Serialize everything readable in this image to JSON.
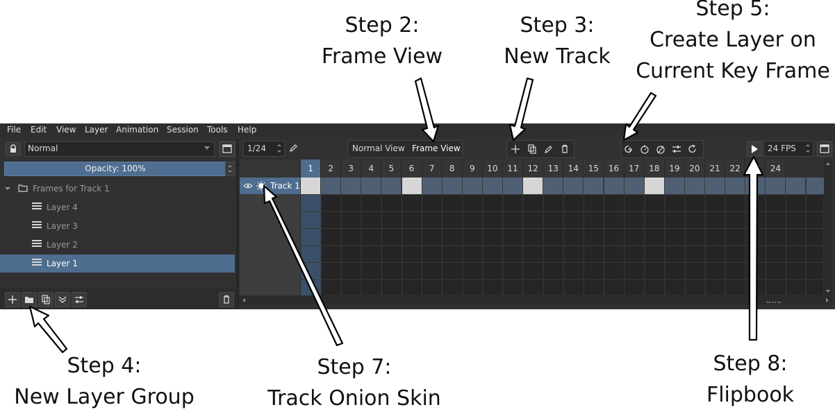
{
  "callouts": {
    "step2": [
      "Step 2:",
      "Frame View"
    ],
    "step3": [
      "Step 3:",
      "New Track"
    ],
    "step5": [
      "Step 5:",
      "Create Layer on",
      "Current Key Frame"
    ],
    "step4": [
      "Step 4:",
      "New Layer Group"
    ],
    "step7": [
      "Step 7:",
      "Track Onion Skin"
    ],
    "step8": [
      "Step 8:",
      "Flipbook"
    ]
  },
  "menu": [
    "File",
    "Edit",
    "View",
    "Layer",
    "Animation",
    "Session",
    "Tools",
    "Help"
  ],
  "layers_panel": {
    "blend_mode": "Normal",
    "opacity_label": "Opacity: 100%",
    "group_name": "Frames for Track 1",
    "layers": [
      "Layer 4",
      "Layer 3",
      "Layer 2",
      "Layer 1"
    ],
    "selected_layer": "Layer 1"
  },
  "timeline": {
    "current_frame": "1/24",
    "view_modes": [
      "Normal View",
      "Frame View"
    ],
    "active_view": "Frame View",
    "fps": "24 FPS",
    "track_name": "Track 1",
    "current_frame_number": 1,
    "frame_numbers": [
      "1",
      "2",
      "3",
      "4",
      "5",
      "6",
      "7",
      "8",
      "9",
      "10",
      "11",
      "12",
      "13",
      "14",
      "15",
      "16",
      "17",
      "18",
      "19",
      "20",
      "21",
      "22",
      "23",
      "24"
    ],
    "keyframes": [
      1,
      6,
      12,
      18
    ]
  },
  "colors": {
    "accent": "#4e6d8f",
    "panel_bg": "#313131",
    "keyframe": "#d6d6d6"
  }
}
